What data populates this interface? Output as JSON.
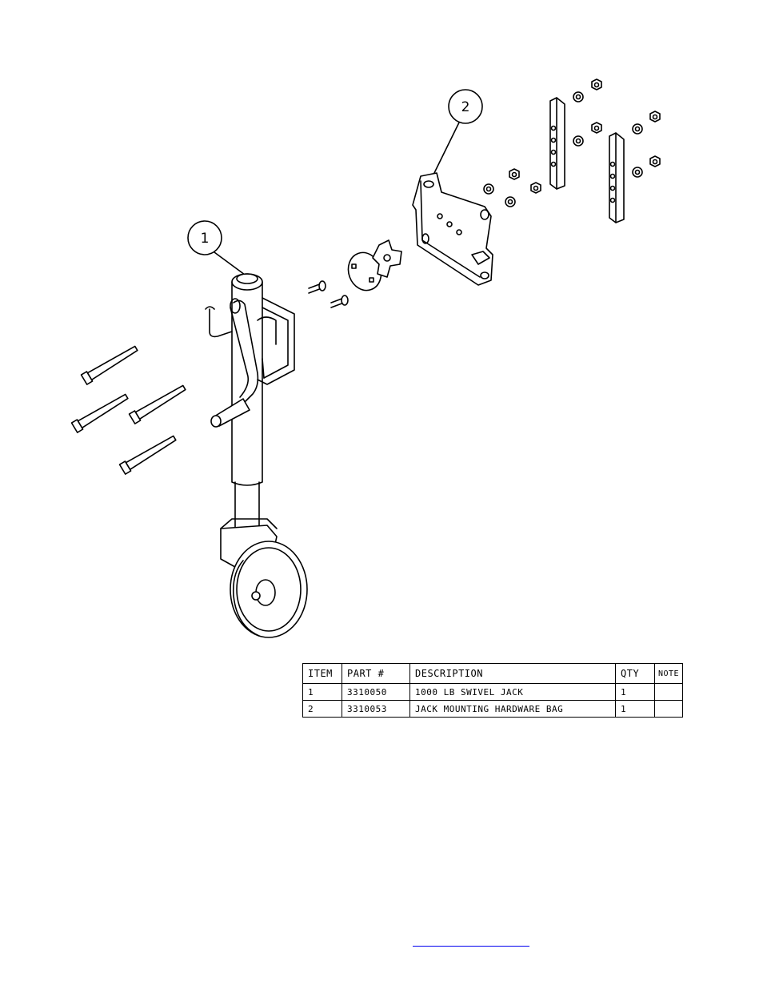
{
  "balloons": [
    {
      "label": "1"
    },
    {
      "label": "2"
    }
  ],
  "bom": {
    "headers": [
      "ITEM",
      "PART #",
      "DESCRIPTION",
      "QTY",
      "NOTE"
    ],
    "rows": [
      [
        "1",
        "3310050",
        "1000 LB SWIVEL JACK",
        "1",
        ""
      ],
      [
        "2",
        "3310053",
        "JACK MOUNTING HARDWARE BAG",
        "1",
        ""
      ]
    ]
  }
}
